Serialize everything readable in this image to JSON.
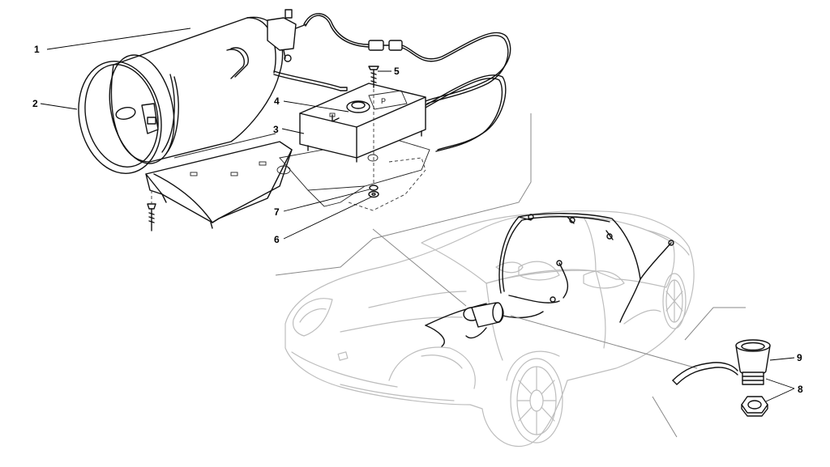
{
  "diagram": {
    "callouts": [
      {
        "id": "1",
        "label": "1"
      },
      {
        "id": "2",
        "label": "2"
      },
      {
        "id": "3",
        "label": "3"
      },
      {
        "id": "4",
        "label": "4"
      },
      {
        "id": "5",
        "label": "5"
      },
      {
        "id": "6",
        "label": "6"
      },
      {
        "id": "7",
        "label": "7"
      },
      {
        "id": "8",
        "label": "8"
      },
      {
        "id": "9",
        "label": "9"
      }
    ],
    "colors": {
      "ink": "#111111",
      "car_outline": "#bdbdbd",
      "background": "#ffffff"
    }
  }
}
